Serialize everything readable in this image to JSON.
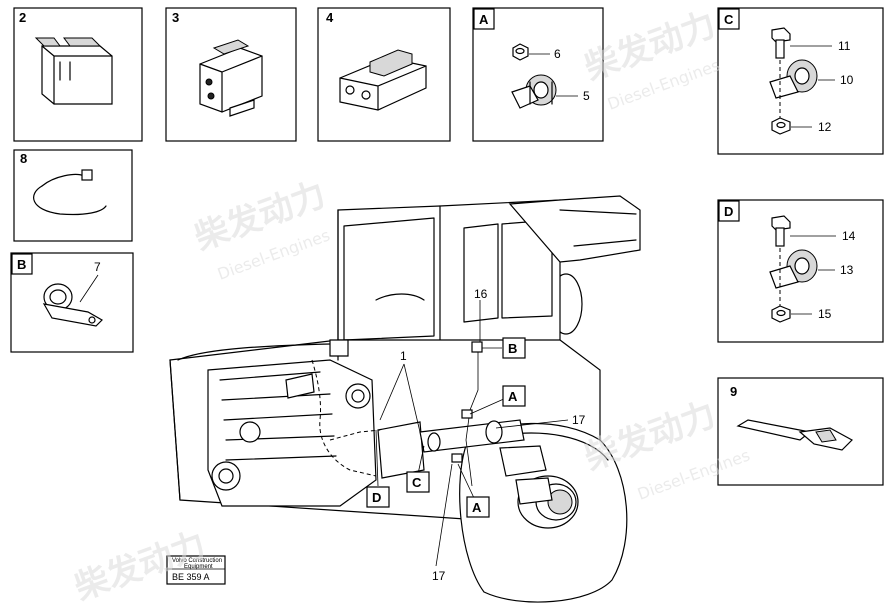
{
  "panels": {
    "p2": {
      "label": "2"
    },
    "p3": {
      "label": "3"
    },
    "p4": {
      "label": "4"
    },
    "pA": {
      "label": "A",
      "items": [
        "6",
        "5"
      ]
    },
    "pC": {
      "label": "C",
      "items": [
        "11",
        "10",
        "12"
      ]
    },
    "p8": {
      "label": "8"
    },
    "pB": {
      "label": "B",
      "items": [
        "7"
      ]
    },
    "pD": {
      "label": "D",
      "items": [
        "14",
        "13",
        "15"
      ]
    },
    "p9": {
      "label": "9"
    }
  },
  "callouts": {
    "n1": "1",
    "n16": "16",
    "n17a": "17",
    "n17b": "17",
    "tagB": "B",
    "tagA1": "A",
    "tagC": "C",
    "tagD": "D",
    "tagA2": "A"
  },
  "reference": {
    "line1": "Volvo Construction",
    "line2": "Equipment",
    "code": "BE 359 A"
  },
  "watermark": {
    "brand": "柴发动力",
    "sub": "Diesel-Engines"
  }
}
